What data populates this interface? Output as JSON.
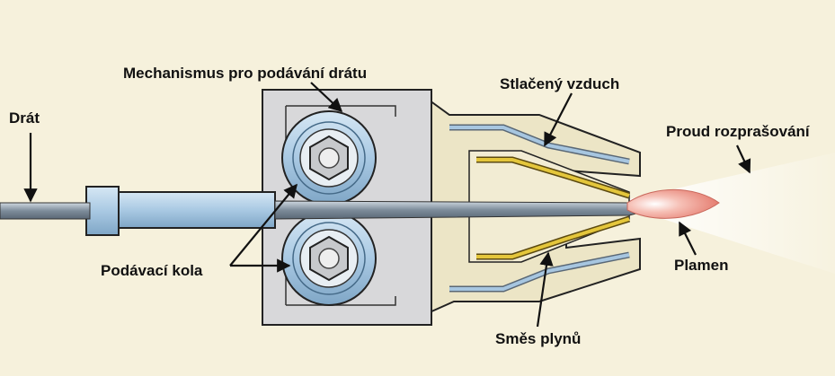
{
  "labels": {
    "wire": "Drát",
    "feed_mechanism": "Mechanismus pro podávání drátu",
    "feed_rollers": "Podávací kola",
    "compressed_air": "Stlačený vzduch",
    "spray_stream": "Proud rozprašování",
    "flame": "Plamen",
    "gas_mixture": "Směs plynů"
  },
  "colors": {
    "background": "#f6f1dc",
    "body": "#d8d8da",
    "roller": "#a9c9e3",
    "wire": "#7d8c9a",
    "flame": "#ec8a7e",
    "air_channel": "#a7c6e0",
    "gas_channel": "#e4c63b",
    "nozzle": "#ece5c6"
  }
}
